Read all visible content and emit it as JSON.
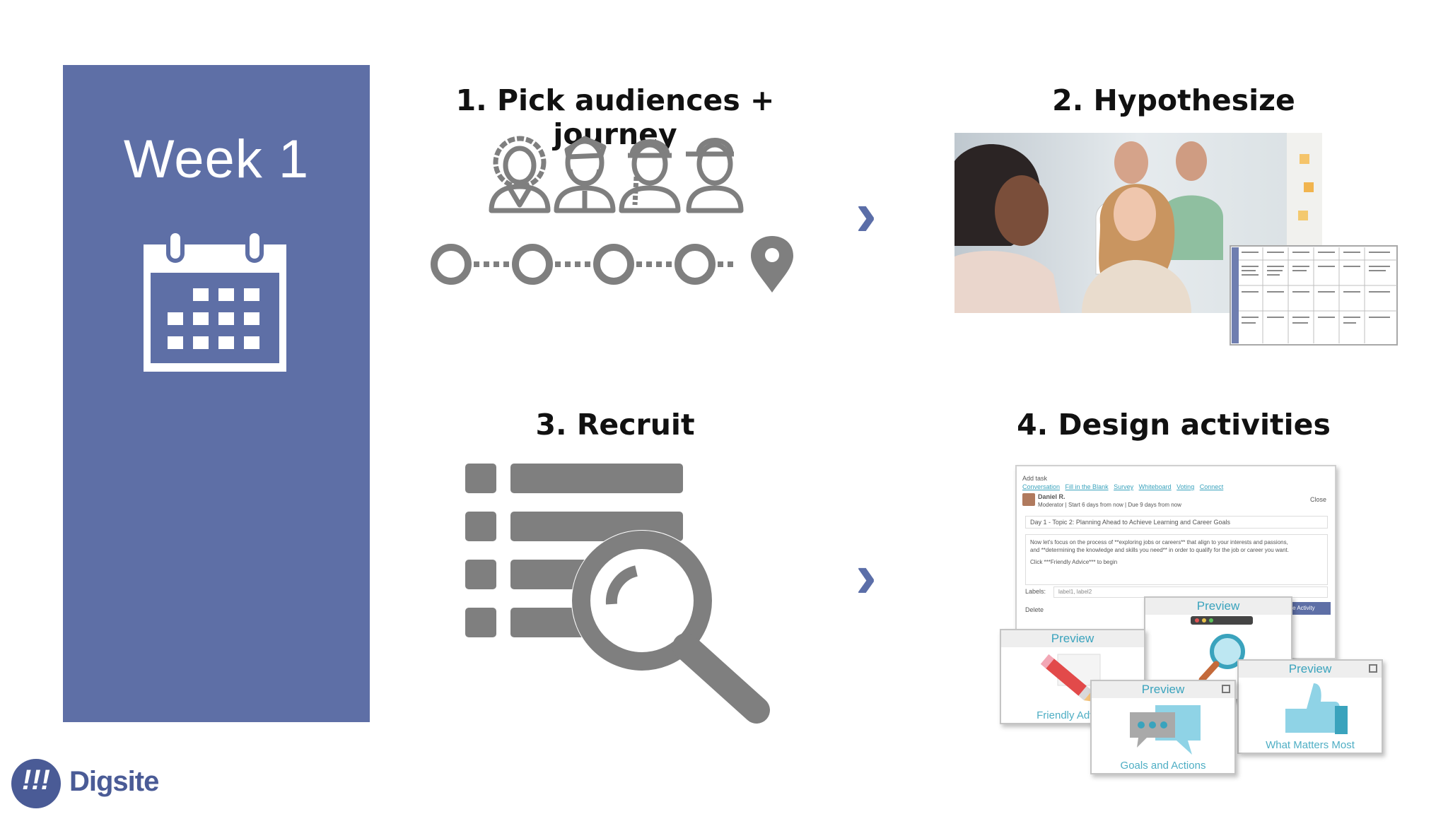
{
  "week": {
    "title": "Week 1"
  },
  "steps": [
    {
      "title": "1. Pick audiences + journey"
    },
    {
      "title": "2. Hypothesize"
    },
    {
      "title": "3. Recruit"
    },
    {
      "title": "4. Design activities"
    }
  ],
  "activity_screen": {
    "add_task": "Add task",
    "task_types": [
      "Conversation",
      "Fill in the Blank",
      "Survey",
      "Whiteboard",
      "Voting",
      "Connect"
    ],
    "moderator_name": "Daniel R.",
    "moderator_meta": "Moderator | Start 6 days from now | Due 9 days from now",
    "close": "Close",
    "topic": "Day 1 - Topic 2: Planning Ahead to Achieve Learning and Career Goals",
    "body_line1": "Now let's focus on the process of **exploring jobs or careers** that align to your interests and passions,",
    "body_line2": "and **determining the knowledge and skills you need** in order to qualify for the job or career you want.",
    "body_line3": "Click ***Friendly Advice*** to begin",
    "labels_label": "Labels:",
    "labels_value": "label1, label2",
    "delete": "Delete",
    "save_button": "Save Activity"
  },
  "previews": [
    {
      "header": "Preview",
      "label": "Friendly Advice"
    },
    {
      "header": "Preview",
      "label": ""
    },
    {
      "header": "Preview",
      "label": "Goals and Actions"
    },
    {
      "header": "Preview",
      "label": "What Matters Most"
    }
  ],
  "logo": {
    "text": "Digsite",
    "mark": "!!!"
  },
  "colors": {
    "panel": "#5e6fa6",
    "icon_gray": "#7f7f7f",
    "arrow": "#5b6ea8",
    "accent_teal": "#3aa3bd"
  },
  "icons": [
    "calendar-icon",
    "audience-person-icon",
    "journey-node-icon",
    "location-pin-icon",
    "list-search-icon",
    "magnifier-icon",
    "chevron-right-icon"
  ]
}
